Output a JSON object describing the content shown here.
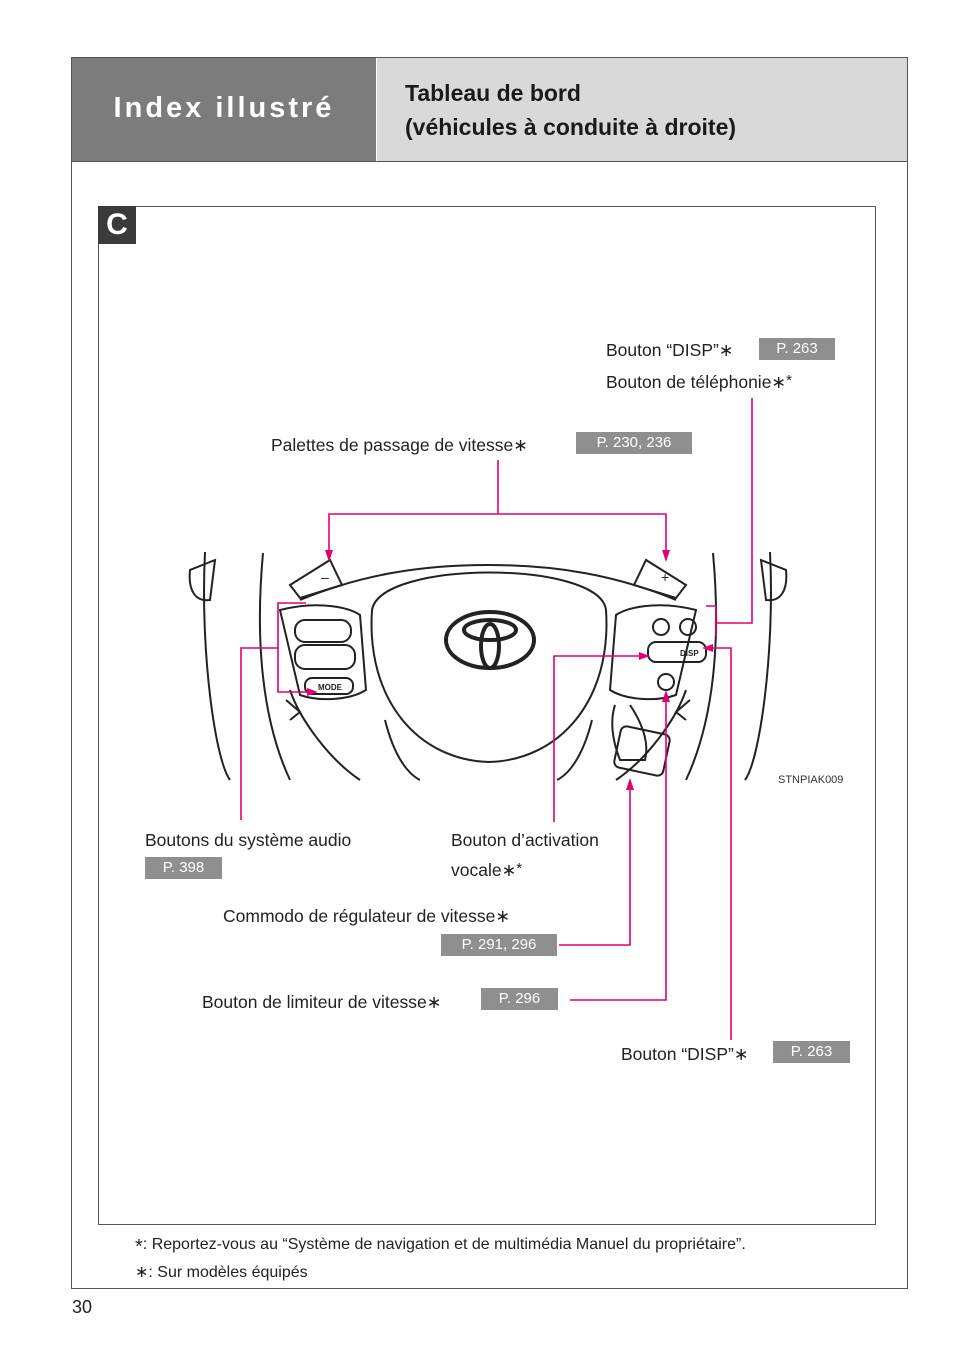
{
  "header": {
    "section": "Index illustré",
    "title_line1": "Tableau de bord",
    "title_line2": "(véhicules à conduite à droite)"
  },
  "panel_badge": "C",
  "image_code": "STNPIAK009",
  "wheel_text": {
    "minus": "–",
    "plus": "+",
    "mode": "MODE",
    "disp": "DISP"
  },
  "callouts": {
    "disp_top": {
      "label": "Bouton “DISP”",
      "mark": "∗",
      "page": "P. 263"
    },
    "phone": {
      "label": "Bouton de téléphonie",
      "mark": "∗",
      "sup": "*"
    },
    "paddles": {
      "label": "Palettes de passage de vitesse",
      "mark": "∗",
      "page": "P. 230, 236"
    },
    "audio": {
      "label": "Boutons du système audio",
      "page": "P. 398"
    },
    "voice": {
      "line1": "Bouton d’activation",
      "line2": "vocale",
      "mark": "∗",
      "sup": "*"
    },
    "cruise": {
      "label": "Commodo de régulateur de vitesse",
      "mark": "∗",
      "page": "P. 291, 296"
    },
    "limiter": {
      "label": "Bouton de limiteur de vitesse",
      "mark": "∗",
      "page": "P. 296"
    },
    "disp_bottom": {
      "label": "Bouton “DISP”",
      "mark": "∗",
      "page": "P. 263"
    }
  },
  "footnotes": [
    {
      "mark": "*",
      "text": ": Reportez-vous au “Système de navigation et de multimédia Manuel du propriétaire”."
    },
    {
      "mark": "∗",
      "text": ": Sur modèles équipés"
    }
  ],
  "page_number": "30",
  "colors": {
    "leader": "#e3006f",
    "header_dark": "#7c7c7c",
    "header_light": "#d9d9d9",
    "page_ref": "#8f8f8f"
  }
}
